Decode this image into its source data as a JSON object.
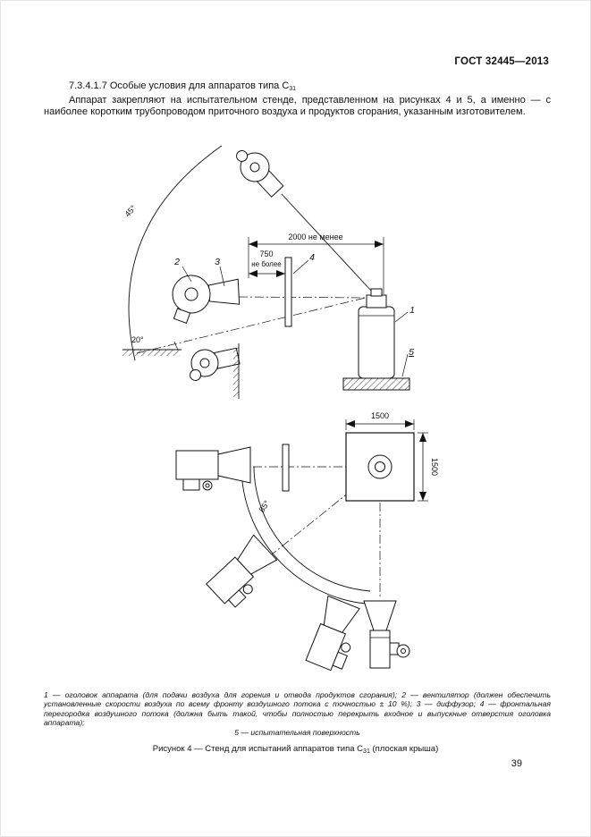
{
  "header": {
    "doc_number": "ГОСТ 32445—2013"
  },
  "body": {
    "clause_prefix": "7.3.4.1.7 Особые условия для аппаратов типа С",
    "clause_sub": "31",
    "paragraph": "Аппарат закрепляют на испытательном стенде, представленном на рисунках 4 и 5, а именно — с наиболее коротким трубопроводом приточного воздуха и продуктов сгорания, указанным изготовителем."
  },
  "figure": {
    "top_view": {
      "angle_top": "45°",
      "angle_bottom": "20°",
      "dim_main": "2000 не менее",
      "dim_750": "750",
      "dim_750_note": "не более",
      "label_1": "1",
      "label_2": "2",
      "label_3": "3",
      "label_4": "4",
      "label_5": "5"
    },
    "plan_view": {
      "dim_width": "1500",
      "dim_height": "1500",
      "angle_label": "85°"
    },
    "legend_main": "1 — оголовок аппарата (для подачи воздуха для горения и отвода продуктов сгорания); 2 — вентилятор (должен обеспечить установленные скорости воздуха по всему фронту воздушного потока с точностью ± 10 %); 3 — диффузор; 4 — фронтальная перегородка воздушного потока (должна быть такой, чтобы полностью перекрыть входное и выпускные отверстия оголовка аппарата);",
    "legend_last": "5 — испытательная поверхность",
    "caption_prefix": "Рисунок 4 — Стенд для испытаний аппаратов типа С",
    "caption_sub": "31",
    "caption_suffix": " (плоская крыша)"
  },
  "footer": {
    "page_number": "39"
  }
}
